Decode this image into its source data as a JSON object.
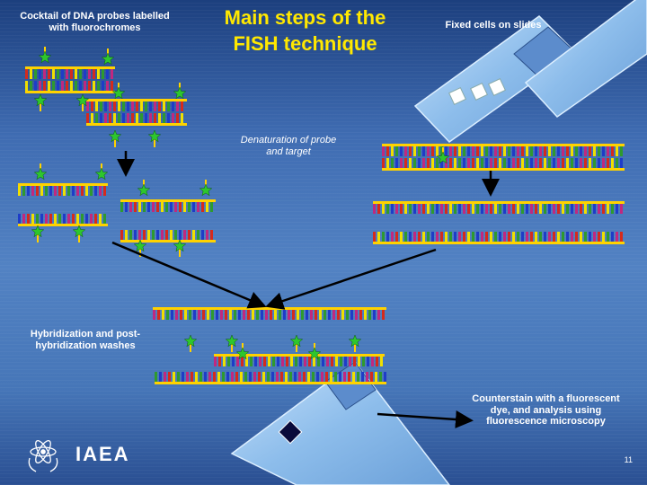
{
  "slide": {
    "title": "Main steps of the FISH technique",
    "labels": {
      "cocktail": "Cocktail of DNA probes labelled with fluorochromes",
      "fixed_cells": "Fixed cells on slides",
      "denaturation": "Denaturation of probe and target",
      "hybridization": "Hybridization and post-hybridization washes",
      "counterstain": "Counterstain with a fluorescent dye, and analysis using fluorescence microscopy"
    },
    "logo_text": "IAEA",
    "page_number": "11"
  },
  "colors": {
    "title": "#ffe800",
    "fluorochrome": "#2ec62e",
    "slide_glass": "#8fc0ef",
    "backbone": "#ffd200",
    "base_palette": [
      "#d62a1c",
      "#1e3cc8",
      "#f0e000",
      "#c02880",
      "#2e9a2e"
    ]
  },
  "icons": [
    "dna-helix-icon",
    "fluorochrome-star-icon",
    "microscope-slide-icon",
    "cell-nucleus-icon",
    "flow-arrow-icon",
    "iaea-atom-logo"
  ]
}
